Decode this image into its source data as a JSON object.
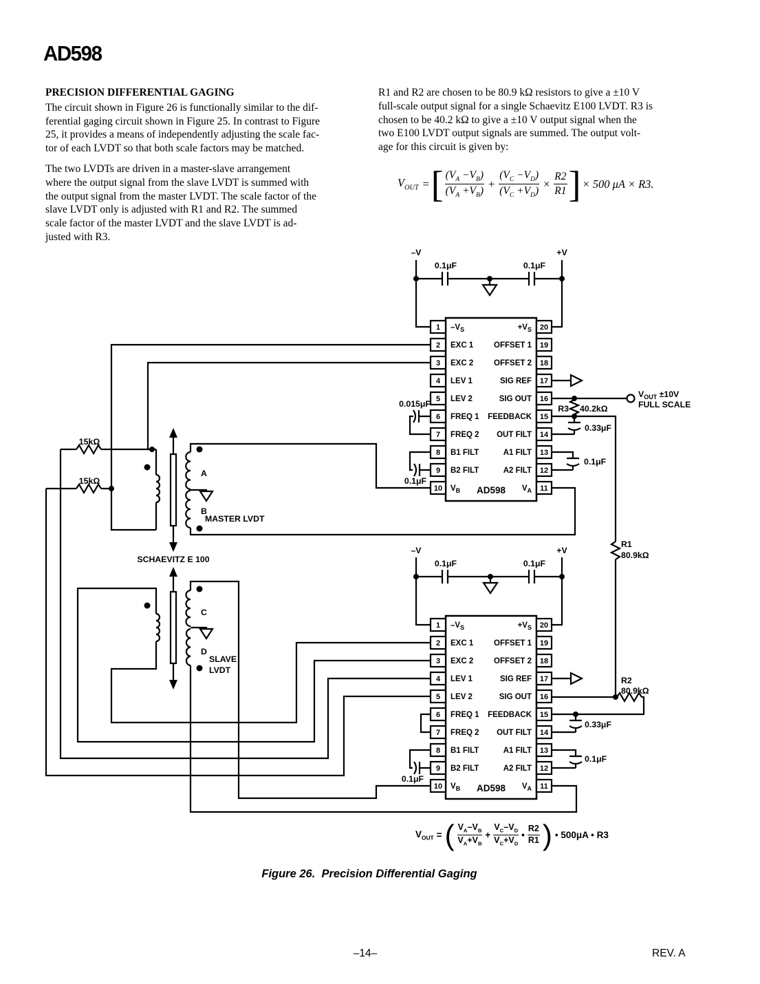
{
  "page": {
    "title": "AD598",
    "figure_caption": "Figure 26.  Precision Differential Gaging",
    "footer_page_number": "–14–",
    "footer_revision": "REV. A"
  },
  "left_column": {
    "heading": "PRECISION DIFFERENTIAL GAGING",
    "para1": "The circuit shown in Figure 26 is functionally similar to the dif-\nferential gaging circuit shown in Figure 25. In contrast to Figure\n25, it provides a means of independently adjusting the scale fac-\ntor of each LVDT so that both scale factors may be matched.",
    "para2": "The two LVDTs are driven in a master-slave arrangement\nwhere the output signal from the slave LVDT is summed with\nthe output signal from the master LVDT. The scale factor of the\nslave LVDT only is adjusted with R1 and R2. The summed\nscale factor of the master LVDT and the slave LVDT is ad-\njusted with R3.",
    "para_right": "R1 and R2 are chosen to be 80.9 kΩ resistors to give a ±10 V\nfull-scale output signal for a single Schaevitz E100 LVDT. R3 is\nchosen to be 40.2 kΩ to give a ±10 V output signal when the\ntwo E100 LVDT output signals are summed. The output volt-\nage for this circuit is given by:"
  },
  "formula_top": {
    "lhs": "V_OUT",
    "eq": "=",
    "bracket_open": "[",
    "f1": {
      "num": "(V_A −V_B)",
      "den": "(V_A +V_B)"
    },
    "plus": "+",
    "f2": {
      "num": "(V_C −V_D)",
      "den": "(V_C +V_D)"
    },
    "times1": "×",
    "f3": {
      "num": "R2",
      "den": "R1"
    },
    "bracket_close": "]",
    "tail": "× 500 μA × R3."
  },
  "formula_bottom": {
    "lhs": "V_OUT",
    "eq": "=",
    "paren_open": "(",
    "f1": {
      "num": "V_A–V_B",
      "den": "V_A+V_B"
    },
    "plus": "+",
    "f2": {
      "num": "V_C–V_D",
      "den": "V_C+V_D"
    },
    "dot1": "•",
    "f3": {
      "num": "R2",
      "den": "R1"
    },
    "paren_close": ")",
    "tail": "• 500μA • R3"
  },
  "figure": {
    "ics": [
      {
        "name": "AD598",
        "pins_left": [
          {
            "num": "1",
            "label": "–V_S"
          },
          {
            "num": "2",
            "label": "EXC 1"
          },
          {
            "num": "3",
            "label": "EXC 2"
          },
          {
            "num": "4",
            "label": "LEV 1"
          },
          {
            "num": "5",
            "label": "LEV 2"
          },
          {
            "num": "6",
            "label": "FREQ 1"
          },
          {
            "num": "7",
            "label": "FREQ 2"
          },
          {
            "num": "8",
            "label": "B1 FILT"
          },
          {
            "num": "9",
            "label": "B2 FILT"
          },
          {
            "num": "10",
            "label": "V_B"
          }
        ],
        "pins_right": [
          {
            "num": "20",
            "label": "+V_S"
          },
          {
            "num": "19",
            "label": "OFFSET 1"
          },
          {
            "num": "18",
            "label": "OFFSET 2"
          },
          {
            "num": "17",
            "label": "SIG REF"
          },
          {
            "num": "16",
            "label": "SIG OUT"
          },
          {
            "num": "15",
            "label": "FEEDBACK"
          },
          {
            "num": "14",
            "label": "OUT FILT"
          },
          {
            "num": "13",
            "label": "A1 FILT"
          },
          {
            "num": "12",
            "label": "A2 FILT"
          },
          {
            "num": "11",
            "label": "V_A"
          }
        ]
      },
      {
        "name": "AD598",
        "pins_left": [
          {
            "num": "1",
            "label": "–V_S"
          },
          {
            "num": "2",
            "label": "EXC 1"
          },
          {
            "num": "3",
            "label": "EXC 2"
          },
          {
            "num": "4",
            "label": "LEV 1"
          },
          {
            "num": "5",
            "label": "LEV 2"
          },
          {
            "num": "6",
            "label": "FREQ 1"
          },
          {
            "num": "7",
            "label": "FREQ 2"
          },
          {
            "num": "8",
            "label": "B1 FILT"
          },
          {
            "num": "9",
            "label": "B2 FILT"
          },
          {
            "num": "10",
            "label": "V_B"
          }
        ],
        "pins_right": [
          {
            "num": "20",
            "label": "+V_S"
          },
          {
            "num": "19",
            "label": "OFFSET 1"
          },
          {
            "num": "18",
            "label": "OFFSET 2"
          },
          {
            "num": "17",
            "label": "SIG REF"
          },
          {
            "num": "16",
            "label": "SIG OUT"
          },
          {
            "num": "15",
            "label": "FEEDBACK"
          },
          {
            "num": "14",
            "label": "OUT FILT"
          },
          {
            "num": "13",
            "label": "A1 FILT"
          },
          {
            "num": "12",
            "label": "A2 FILT"
          },
          {
            "num": "11",
            "label": "V_A"
          }
        ]
      }
    ],
    "labels": {
      "minus_v_top": "–V",
      "plus_v_top": "+V",
      "cap_rail_tl": "0.1μF",
      "cap_rail_tr": "0.1μF",
      "minus_v_bot": "–V",
      "plus_v_bot": "+V",
      "cap_rail_bl": "0.1μF",
      "cap_rail_br": "0.1μF",
      "r15k_a": "15kΩ",
      "r15k_b": "15kΩ",
      "cap_0015": "0.015μF",
      "cap_b_filt_top": "0.1μF",
      "cap_b_filt_bot": "0.1μF",
      "coil_a": "A",
      "coil_b": "B",
      "master_lvdt": "MASTER LVDT",
      "schaevitz": "SCHAEVITZ E 100",
      "coil_c": "C",
      "coil_d": "D",
      "slave_line1": "SLAVE",
      "slave_line2": "LVDT",
      "vout_terminal": "V_OUT ±10V",
      "full_scale": "FULL SCALE",
      "r3_name": "R3",
      "r3_value": "40.2kΩ",
      "cap_033_top": "0.33μF",
      "cap_a_filt_top": "0.1μF",
      "r1_name": "R1",
      "r1_value": "80.9kΩ",
      "r2_name": "R2",
      "r2_value": "80.9kΩ",
      "cap_033_bot": "0.33μF",
      "cap_a_filt_bot": "0.1μF"
    }
  }
}
